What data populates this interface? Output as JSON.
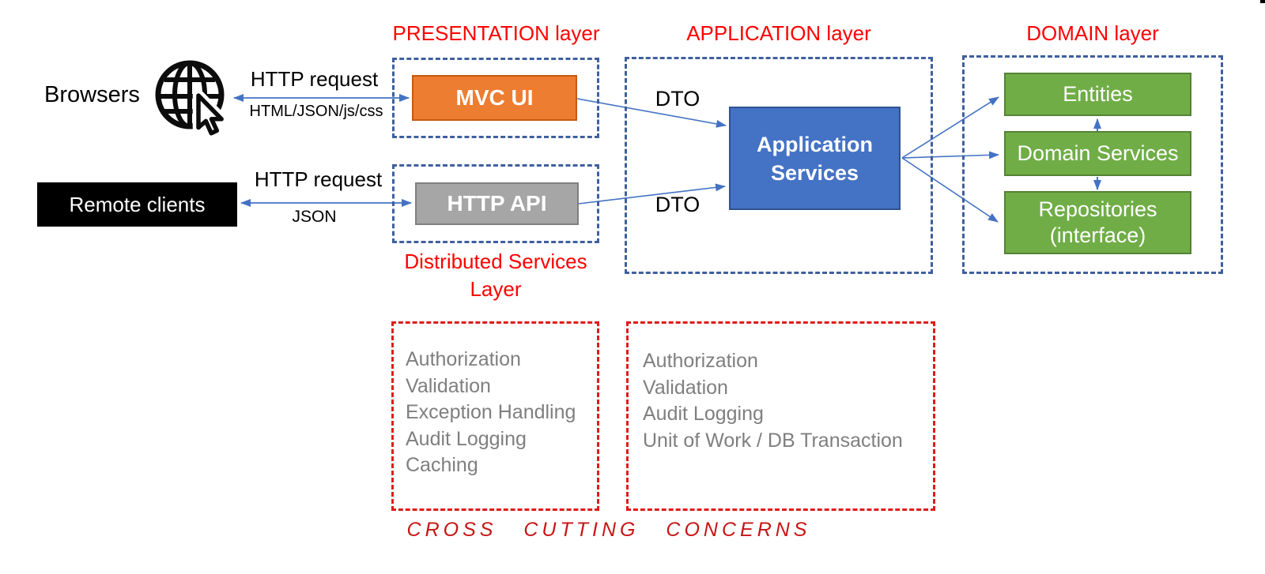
{
  "layers": {
    "presentation": {
      "title": "PRESENTATION layer"
    },
    "distributed": {
      "title_line1": "Distributed Services",
      "title_line2": "Layer"
    },
    "application": {
      "title": "APPLICATION layer"
    },
    "domain": {
      "title": "DOMAIN layer"
    }
  },
  "clients": {
    "browsers_label": "Browsers",
    "remote_clients_label": "Remote clients"
  },
  "nodes": {
    "mvc_ui": "MVC UI",
    "http_api": "HTTP API",
    "application_services_line1": "Application",
    "application_services_line2": "Services",
    "entities": "Entities",
    "domain_services": "Domain Services",
    "repositories_line1": "Repositories",
    "repositories_line2": "(interface)"
  },
  "edges": {
    "browsers_request": "HTTP request",
    "browsers_response": "HTML/JSON/js/css",
    "remote_request": "HTTP request",
    "remote_response": "JSON",
    "dto_top": "DTO",
    "dto_bottom": "DTO"
  },
  "concerns": {
    "presentation_box": {
      "items": [
        "Authorization",
        "Validation",
        "Exception Handling",
        "Audit Logging",
        "Caching"
      ]
    },
    "application_box": {
      "items": [
        "Authorization",
        "Validation",
        "Audit Logging",
        "Unit of Work / DB Transaction"
      ]
    }
  },
  "footer": {
    "caption": "CROSS CUTTING CONCERNS"
  },
  "icons": [
    "globe-cursor-icon"
  ],
  "colors": {
    "mvc_ui_fill": "#ED7D31",
    "http_api_fill": "#A6A6A6",
    "application_services_fill": "#4472C4",
    "domain_box_fill": "#70AD47",
    "layer_dash_border": "#3F5F9F",
    "concern_dash_border": "#E01B1B",
    "layer_title_red": "#FF0000",
    "footer_red": "#C81414",
    "connector_blue": "#4472C4",
    "muted_text": "#7F7F7F"
  }
}
